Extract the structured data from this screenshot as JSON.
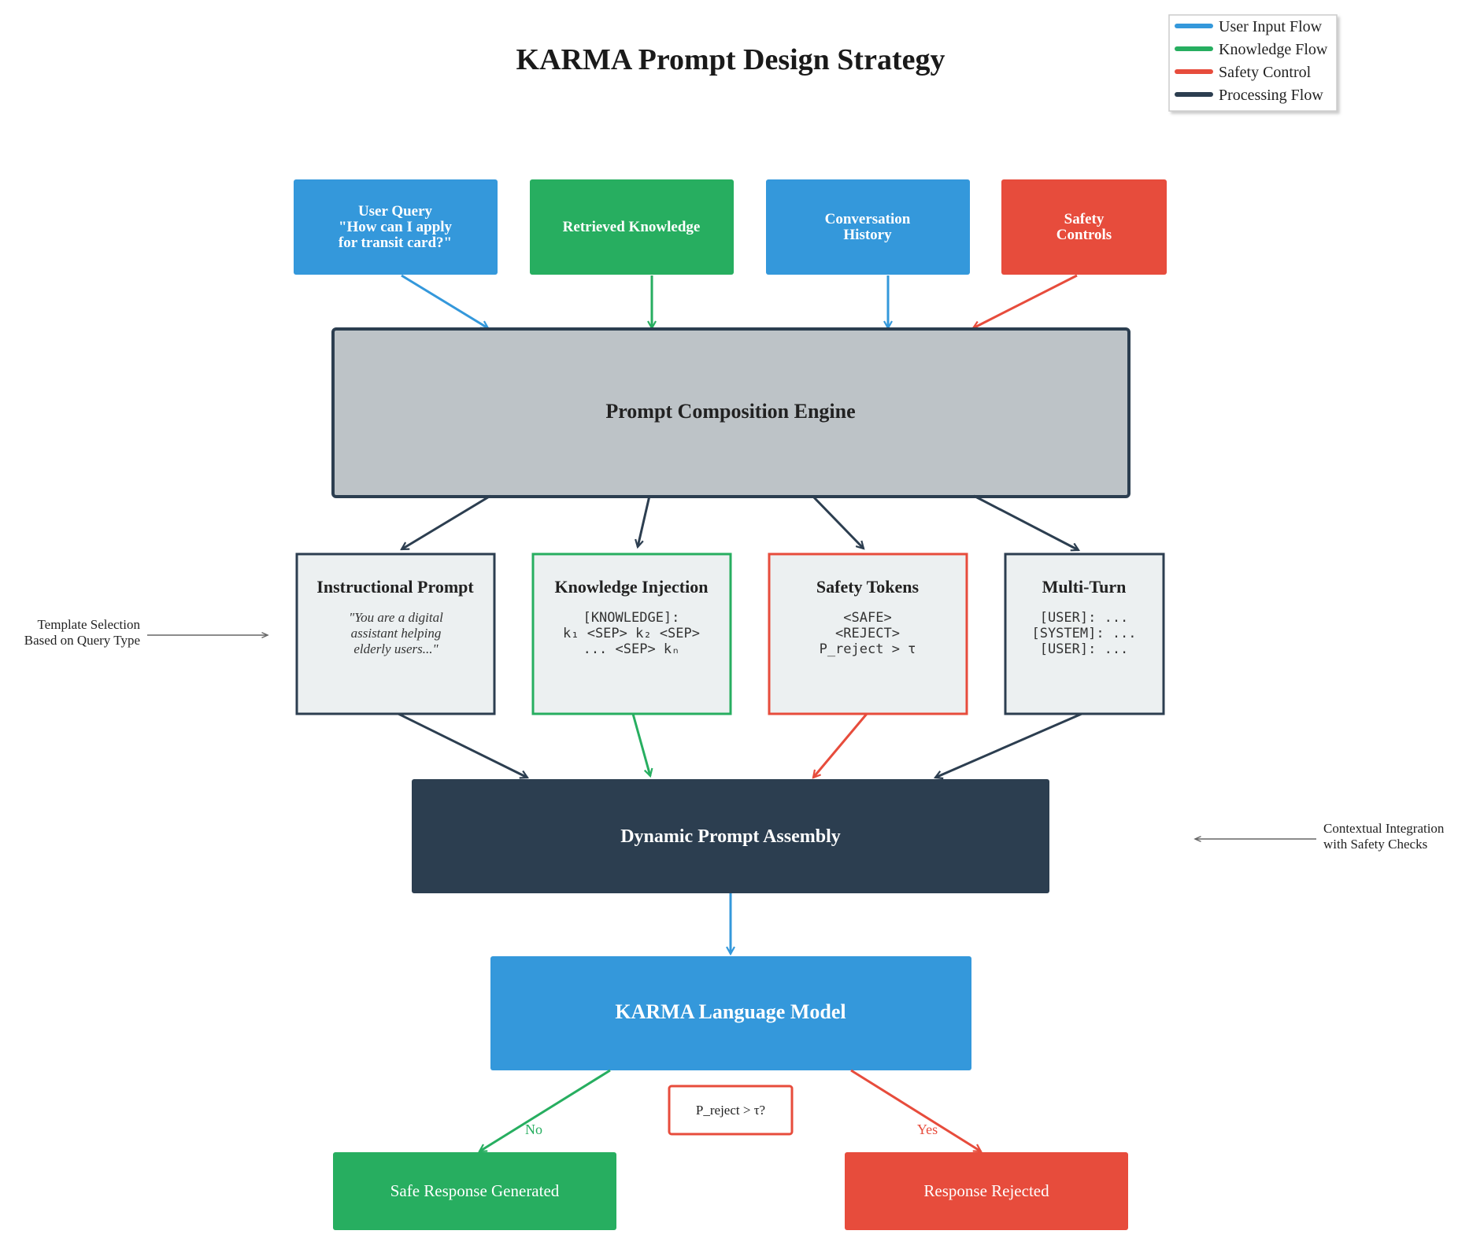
{
  "title": "KARMA Prompt Design Strategy",
  "colors": {
    "user_input": "#3498db",
    "knowledge": "#27ae60",
    "safety": "#e74c3c",
    "processing": "#2c3e50",
    "engine_fill": "#bdc3c7",
    "component_fill": "#ecf0f1"
  },
  "legend": [
    {
      "label": "User Input Flow",
      "color": "#3498db"
    },
    {
      "label": "Knowledge Flow",
      "color": "#27ae60"
    },
    {
      "label": "Safety Control",
      "color": "#e74c3c"
    },
    {
      "label": "Processing Flow",
      "color": "#2c3e50"
    }
  ],
  "inputs": {
    "user_query": [
      "User Query",
      "\"How can I apply",
      "for transit card?\""
    ],
    "retrieved_knowledge": [
      "Retrieved Knowledge"
    ],
    "conversation_history": [
      "Conversation",
      "History"
    ],
    "safety_controls": [
      "Safety",
      "Controls"
    ]
  },
  "engine": {
    "label": "Prompt Composition Engine"
  },
  "components": {
    "instructional": {
      "title": "Instructional Prompt",
      "lines": [
        "\"You are a digital",
        "assistant helping",
        "elderly users...\""
      ]
    },
    "knowledge_injection": {
      "title": "Knowledge Injection",
      "lines": [
        "[KNOWLEDGE]:",
        "k₁ <SEP> k₂ <SEP>",
        "... <SEP> kₙ"
      ]
    },
    "safety_tokens": {
      "title": "Safety Tokens",
      "lines": [
        "<SAFE>",
        "<REJECT>",
        "P_reject > τ"
      ]
    },
    "multi_turn": {
      "title": "Multi-Turn",
      "lines": [
        "[USER]: ...",
        "[SYSTEM]: ...",
        "[USER]: ..."
      ]
    }
  },
  "assembly": {
    "label": "Dynamic Prompt Assembly"
  },
  "model": {
    "label": "KARMA Language Model"
  },
  "decision": {
    "label": "P_reject > τ?",
    "no": "No",
    "yes": "Yes"
  },
  "outcomes": {
    "safe": "Safe Response Generated",
    "rejected": "Response Rejected"
  },
  "notes": {
    "template": [
      "Template Selection",
      "Based on Query Type"
    ],
    "contextual": [
      "Contextual Integration",
      "with Safety Checks"
    ]
  }
}
